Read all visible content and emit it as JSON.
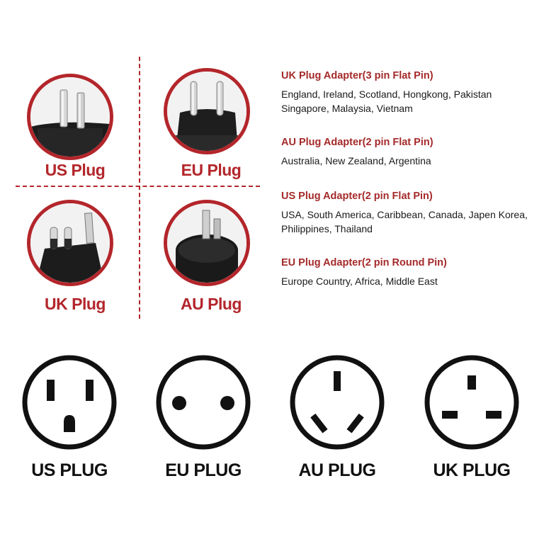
{
  "colors": {
    "accent": "#b3262b",
    "title": "#a52a2a",
    "text": "#1a1a1a",
    "socket": "#111111"
  },
  "photo_labels": {
    "us": "US Plug",
    "eu": "EU Plug",
    "uk": "UK Plug",
    "au": "AU Plug"
  },
  "adapters": [
    {
      "title": "UK Plug Adapter(3 pin Flat Pin)",
      "countries": "England, Ireland, Scotland, Hongkong, Pakistan Singapore, Malaysia, Vietnam"
    },
    {
      "title": "AU Plug Adapter(2 pin Flat Pin)",
      "countries": "Australia, New Zealand, Argentina"
    },
    {
      "title": "US Plug Adapter(2 pin Flat Pin)",
      "countries": "USA, South America, Caribbean, Canada, Japen Korea, Philippines, Thailand"
    },
    {
      "title": "EU Plug Adapter(2 pin Round Pin)",
      "countries": "Europe Country, Africa, Middle East"
    }
  ],
  "socket_labels": {
    "us": "US PLUG",
    "eu": "EU PLUG",
    "au": "AU PLUG",
    "uk": "UK PLUG"
  }
}
